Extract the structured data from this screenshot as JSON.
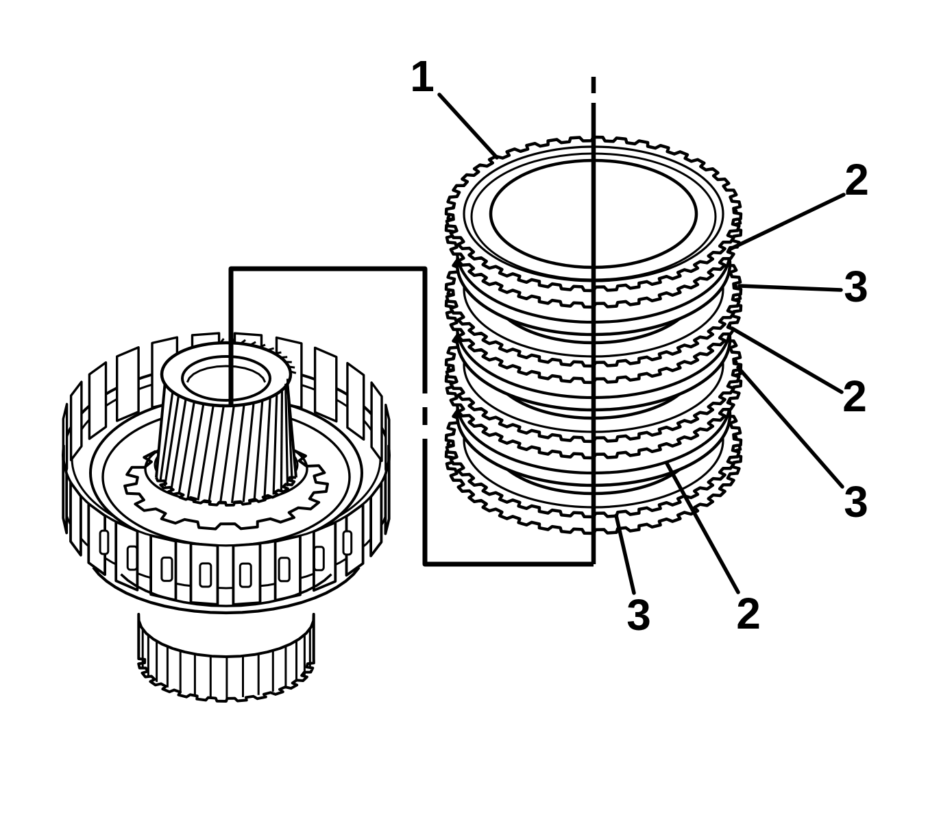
{
  "diagram": {
    "kind": "clutch-pack-and-sun-gear-exploded-line-art",
    "background_color": "#ffffff",
    "ink_color": "#000000",
    "callouts": [
      {
        "id": "callout-1",
        "label": "1"
      },
      {
        "id": "callout-2a",
        "label": "2"
      },
      {
        "id": "callout-3a",
        "label": "3"
      },
      {
        "id": "callout-2b",
        "label": "2"
      },
      {
        "id": "callout-3b",
        "label": "3"
      },
      {
        "id": "callout-3c",
        "label": "3"
      },
      {
        "id": "callout-2c",
        "label": "2"
      }
    ]
  }
}
